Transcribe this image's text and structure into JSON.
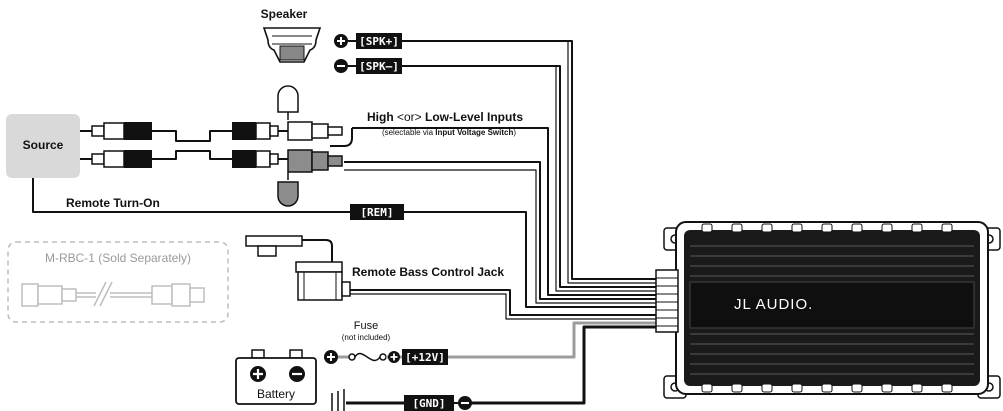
{
  "labels": {
    "speaker": "Speaker",
    "spk_pos": "[SPK+]",
    "spk_neg": "[SPK–]",
    "source": "Source",
    "inputs_title_a": "High ",
    "inputs_title_or": "<or>",
    "inputs_title_b": " Low-Level Inputs",
    "inputs_sub_a": "(selectable via ",
    "inputs_sub_b": "Input Voltage Switch",
    "inputs_sub_c": ")",
    "remote_turn_on": "Remote Turn-On",
    "rem": "[REM]",
    "mrbc": "M-RBC-1 (Sold Separately)",
    "remote_bass_jack": "Remote Bass Control Jack",
    "fuse": "Fuse",
    "fuse_note": "(not included)",
    "plus12v": "[+12V]",
    "battery": "Battery",
    "gnd": "[GND]",
    "brand": "JL AUDIO."
  },
  "colors": {
    "wire": "#111111",
    "power_wire": "#9c9c9c",
    "tag_bg": "#111111",
    "source_bg": "#d9d9d9",
    "amp_body": "#1a1a1a",
    "accessory_gray": "#bdbdbd"
  }
}
